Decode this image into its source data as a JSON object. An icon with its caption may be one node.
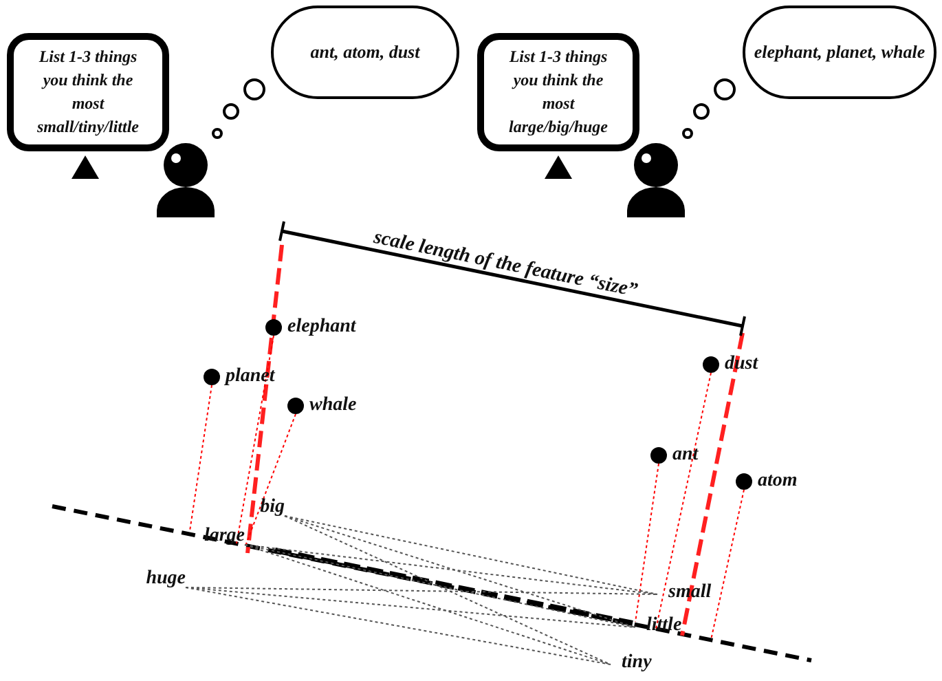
{
  "diagram": {
    "nodes": [
      {
        "text": [
          "List 1-3 things you think the most small/tiny/little"
        ]
      },
      {
        "text": [],
        "shape": "person"
      },
      {
        "text": [
          "ant, atom, dust"
        ]
      },
      {
        "text": [
          "List 1-3 things you think the most large/big/huge"
        ]
      },
      {
        "text": [],
        "shape": "person"
      },
      {
        "text": [
          "elephant, planet, whale"
        ]
      },
      {
        "text": [
          "elephant"
        ]
      },
      {
        "text": [
          "planet"
        ]
      },
      {
        "text": [
          "whale"
        ]
      },
      {
        "text": [
          "dust"
        ]
      },
      {
        "text": [
          "ant"
        ]
      },
      {
        "text": [
          "atom"
        ]
      },
      {
        "text": [
          "big"
        ]
      },
      {
        "text": [
          "large"
        ]
      },
      {
        "text": [
          "huge"
        ]
      },
      {
        "text": [
          "small"
        ]
      },
      {
        "text": [
          "little"
        ]
      },
      {
        "text": [
          "tiny"
        ]
      }
    ],
    "edges": [
      {
        "from": 6,
        "to": 13,
        "arrow": "none",
        "style": "dashed",
        "color": "#ff0000"
      },
      {
        "from": 7,
        "to": 13,
        "arrow": "none",
        "style": "dashed",
        "color": "#ff0000"
      },
      {
        "from": 8,
        "to": 13,
        "arrow": "none",
        "style": "dashed",
        "color": "#ff0000"
      },
      {
        "from": 9,
        "to": 16,
        "arrow": "none",
        "style": "dashed",
        "color": "#ff0000"
      },
      {
        "from": 10,
        "to": 16,
        "arrow": "none",
        "style": "dashed",
        "color": "#ff0000"
      },
      {
        "from": 11,
        "to": null,
        "arrow": "none",
        "style": "dashed",
        "color": "#ff0000"
      },
      {
        "from": 12,
        "to": 15,
        "arrow": "none",
        "style": "dashed"
      },
      {
        "from": 12,
        "to": 16,
        "arrow": "none",
        "style": "dashed"
      },
      {
        "from": 12,
        "to": 17,
        "arrow": "none",
        "style": "dashed"
      },
      {
        "from": 13,
        "to": 15,
        "arrow": "none",
        "style": "dashed"
      },
      {
        "from": 13,
        "to": 16,
        "arrow": "none",
        "style": "dashed"
      },
      {
        "from": 13,
        "to": 17,
        "arrow": "none",
        "style": "dashed"
      },
      {
        "from": 14,
        "to": 15,
        "arrow": "none",
        "style": "dashed"
      },
      {
        "from": 14,
        "to": 16,
        "arrow": "none",
        "style": "dashed"
      },
      {
        "from": 14,
        "to": 17,
        "arrow": "none",
        "style": "dashed"
      }
    ],
    "labels": [
      "scale length of the feature “size”"
    ]
  }
}
